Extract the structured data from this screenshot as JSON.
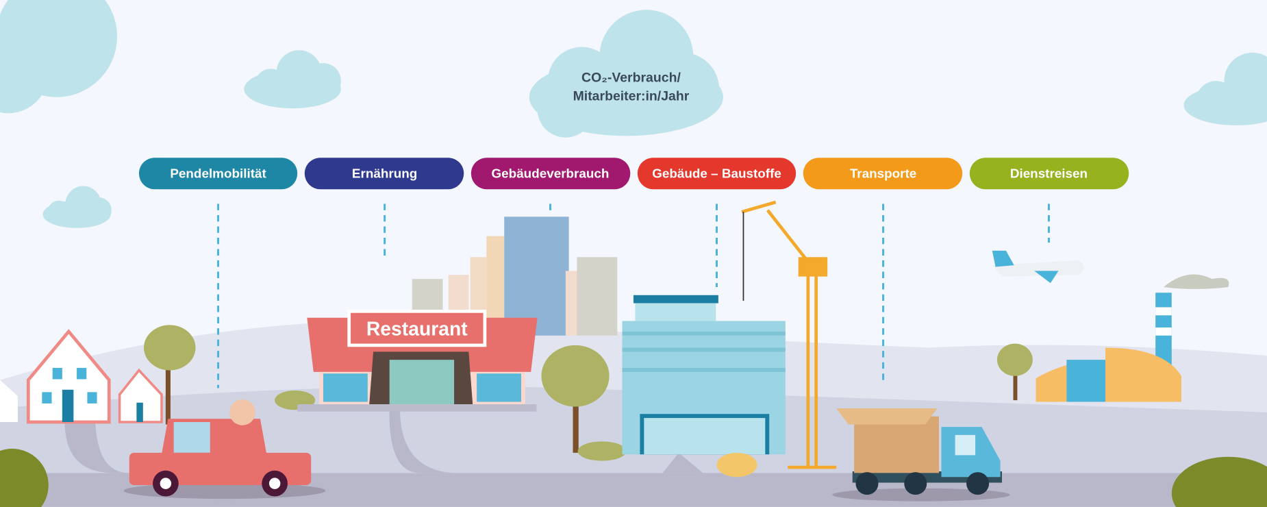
{
  "cloud": {
    "line1": "CO₂-Verbrauch/",
    "line2": "Mitarbeiter:in/Jahr"
  },
  "categories": [
    {
      "label": "Pendelmobilität",
      "color": "#1e87a6"
    },
    {
      "label": "Ernährung",
      "color": "#2f3a8f"
    },
    {
      "label": "Gebäudeverbrauch",
      "color": "#a0196f"
    },
    {
      "label": "Gebäude – Baustoffe",
      "color": "#e3382b"
    },
    {
      "label": "Transporte",
      "color": "#f39a1b"
    },
    {
      "label": "Dienstreisen",
      "color": "#96b21f"
    }
  ],
  "restaurant_sign": "Restaurant"
}
